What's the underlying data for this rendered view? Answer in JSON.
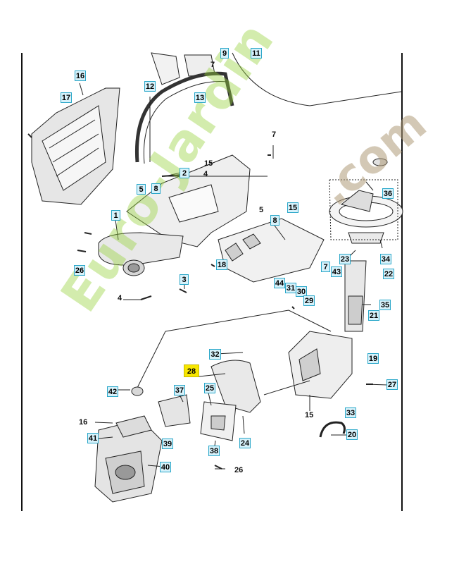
{
  "diagram": {
    "callouts": [
      {
        "id": "c16a",
        "label": "16"
      },
      {
        "id": "c17",
        "label": "17"
      },
      {
        "id": "c12",
        "label": "12"
      },
      {
        "id": "c13",
        "label": "13"
      },
      {
        "id": "c9",
        "label": "9"
      },
      {
        "id": "c11",
        "label": "11"
      },
      {
        "id": "c2",
        "label": "2"
      },
      {
        "id": "c5a",
        "label": "5"
      },
      {
        "id": "c8a",
        "label": "8"
      },
      {
        "id": "c1",
        "label": "1"
      },
      {
        "id": "c26a",
        "label": "26"
      },
      {
        "id": "c3",
        "label": "3"
      },
      {
        "id": "c15a",
        "label": "15"
      },
      {
        "id": "c8b",
        "label": "8"
      },
      {
        "id": "c18",
        "label": "18"
      },
      {
        "id": "c7a",
        "label": "7"
      },
      {
        "id": "c43",
        "label": "43"
      },
      {
        "id": "c23",
        "label": "23"
      },
      {
        "id": "c34",
        "label": "34"
      },
      {
        "id": "c22",
        "label": "22"
      },
      {
        "id": "c36",
        "label": "36"
      },
      {
        "id": "c44",
        "label": "44"
      },
      {
        "id": "c31",
        "label": "31"
      },
      {
        "id": "c30",
        "label": "30"
      },
      {
        "id": "c29",
        "label": "29"
      },
      {
        "id": "c35",
        "label": "35"
      },
      {
        "id": "c21",
        "label": "21"
      },
      {
        "id": "c32",
        "label": "32"
      },
      {
        "id": "c28",
        "label": "28"
      },
      {
        "id": "c19",
        "label": "19"
      },
      {
        "id": "c27",
        "label": "27"
      },
      {
        "id": "c42",
        "label": "42"
      },
      {
        "id": "c37",
        "label": "37"
      },
      {
        "id": "c25",
        "label": "25"
      },
      {
        "id": "c33",
        "label": "33"
      },
      {
        "id": "c20",
        "label": "20"
      },
      {
        "id": "c41",
        "label": "41"
      },
      {
        "id": "c39",
        "label": "39"
      },
      {
        "id": "c38",
        "label": "38"
      },
      {
        "id": "c24",
        "label": "24"
      },
      {
        "id": "c40",
        "label": "40"
      }
    ],
    "plain_labels": [
      {
        "id": "p7a",
        "label": "7"
      },
      {
        "id": "p7b",
        "label": "7"
      },
      {
        "id": "p15",
        "label": "15"
      },
      {
        "id": "p4a",
        "label": "4"
      },
      {
        "id": "p5",
        "label": "5"
      },
      {
        "id": "p4b",
        "label": "4"
      },
      {
        "id": "p15b",
        "label": "15"
      },
      {
        "id": "p16",
        "label": "16"
      },
      {
        "id": "p26",
        "label": "26"
      }
    ],
    "watermark_green": "Euro-Jardin",
    "watermark_brown": ".com",
    "colors": {
      "callout_fill": "#d6f1fa",
      "callout_border": "#2aa7c9",
      "highlight": "#f7e600",
      "line": "#111111"
    }
  }
}
